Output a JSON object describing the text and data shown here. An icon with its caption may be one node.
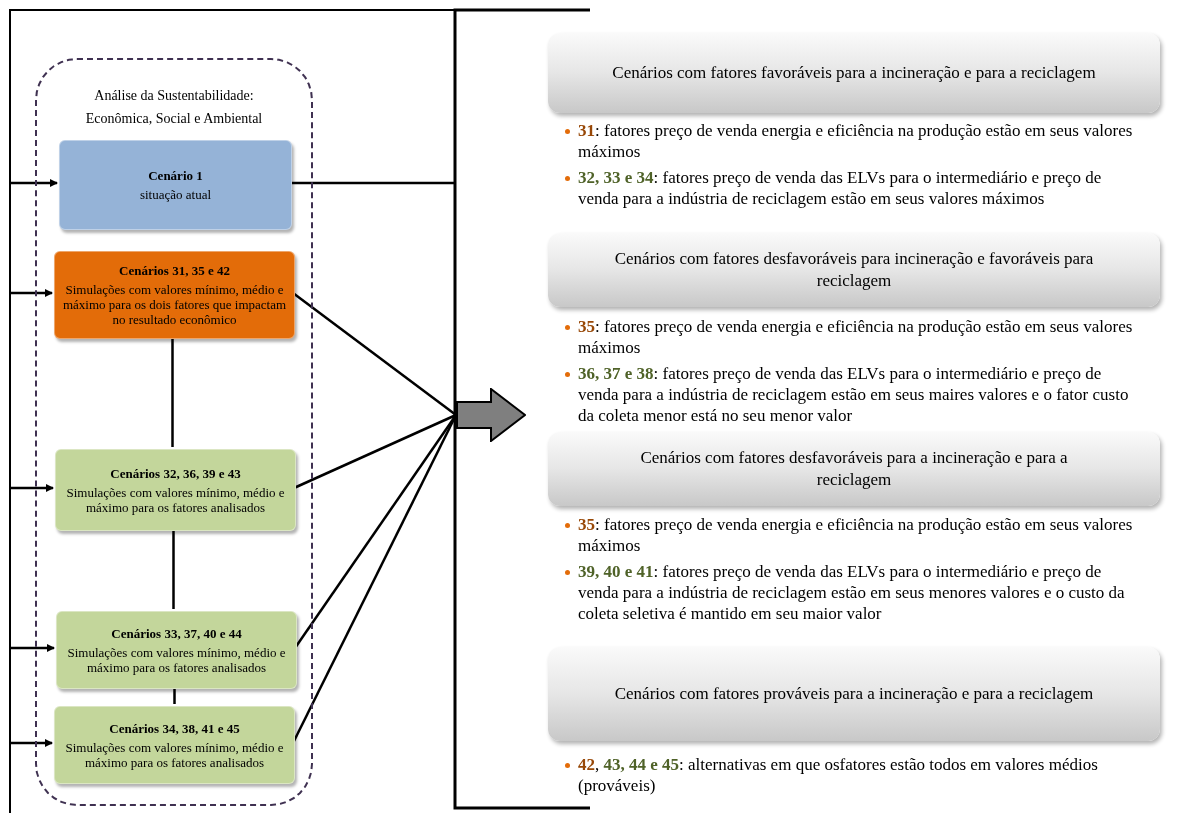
{
  "diagram": {
    "nodes": [
      {
        "text": [
          "Análise da Sustentabilidade: Econômica, Social e Ambiental"
        ]
      },
      {
        "text": [
          "Cenário 1",
          "situação atual"
        ],
        "in": 0
      },
      {
        "text": [
          "Cenários 31, 35 e 42",
          "Simulações com valores mínimo, médio e máximo para os dois fatores que impactam no resultado econômico"
        ],
        "in": 0
      },
      {
        "text": [
          "Cenários 32, 36, 39 e 43",
          "Simulações com valores mínimo, médio e máximo para os fatores analisados"
        ],
        "in": 0
      },
      {
        "text": [
          "Cenários 33, 37, 40 e 44",
          "Simulações com valores mínimo, médio e máximo para os fatores analisados"
        ],
        "in": 0
      },
      {
        "text": [
          "Cenários 34, 38, 41 e 45",
          "Simulações com valores mínimo, médio e máximo para os fatores analisados"
        ],
        "in": 0
      },
      {
        "text": [],
        "shape": "arrow"
      },
      {
        "text": [
          "Cenários com fatores favoráveis para a incineração e para a reciclagem"
        ],
        "beside": [
          "**31**: fatores preço de venda energia e eficiência na produção estão em seus valores máximos",
          "**32, 33 e 34**: fatores preço de venda das ELVs para o intermediário e preço de venda para a indústria de reciclagem estão em seus valores máximos"
        ]
      },
      {
        "text": [
          "Cenários com fatores desfavoráveis para incineração e favoráveis para reciclagem"
        ],
        "beside": [
          "**35**: fatores preço de venda energia e eficiência na produção estão em seus valores máximos",
          "**36, 37 e 38**: fatores preço de venda das ELVs para o intermediário e preço de venda para a indústria de reciclagem estão em seus maires valores e o fator custo da coleta menor está no seu menor valor"
        ]
      },
      {
        "text": [
          "Cenários com fatores desfavoráveis para a incineração e para a reciclagem"
        ],
        "beside": [
          "**35**: fatores preço de venda energia e eficiência na produção estão em seus valores máximos",
          "**39, 40 e 41**: fatores preço de venda das ELVs para o intermediário e preço de venda para a indústria de reciclagem estão em seus menores valores e o custo da coleta seletiva é mantido em seu maior valor"
        ]
      },
      {
        "text": [
          "Cenários com fatores prováveis para a incineração e para a reciclagem"
        ],
        "beside": [
          "**42**, **43, 44 e 45**: alternativas em que osfatores estão todos em valores médios (prováveis)"
        ]
      }
    ],
    "edges": [
      {
        "from": null,
        "to": 1,
        "arrow": "to"
      },
      {
        "from": null,
        "to": 2,
        "arrow": "to"
      },
      {
        "from": null,
        "to": 3,
        "arrow": "to"
      },
      {
        "from": null,
        "to": 4,
        "arrow": "to"
      },
      {
        "from": null,
        "to": 5,
        "arrow": "to"
      },
      {
        "from": 1,
        "to": null,
        "arrow": "none"
      },
      {
        "from": 2,
        "to": 6,
        "arrow": "none"
      },
      {
        "from": 3,
        "to": 6,
        "arrow": "none"
      },
      {
        "from": 4,
        "to": 6,
        "arrow": "none"
      },
      {
        "from": 5,
        "to": 6,
        "arrow": "none"
      },
      {
        "from": 2,
        "to": 3,
        "arrow": "none"
      },
      {
        "from": 3,
        "to": 4,
        "arrow": "none"
      },
      {
        "from": 4,
        "to": 5,
        "arrow": "none"
      }
    ]
  }
}
